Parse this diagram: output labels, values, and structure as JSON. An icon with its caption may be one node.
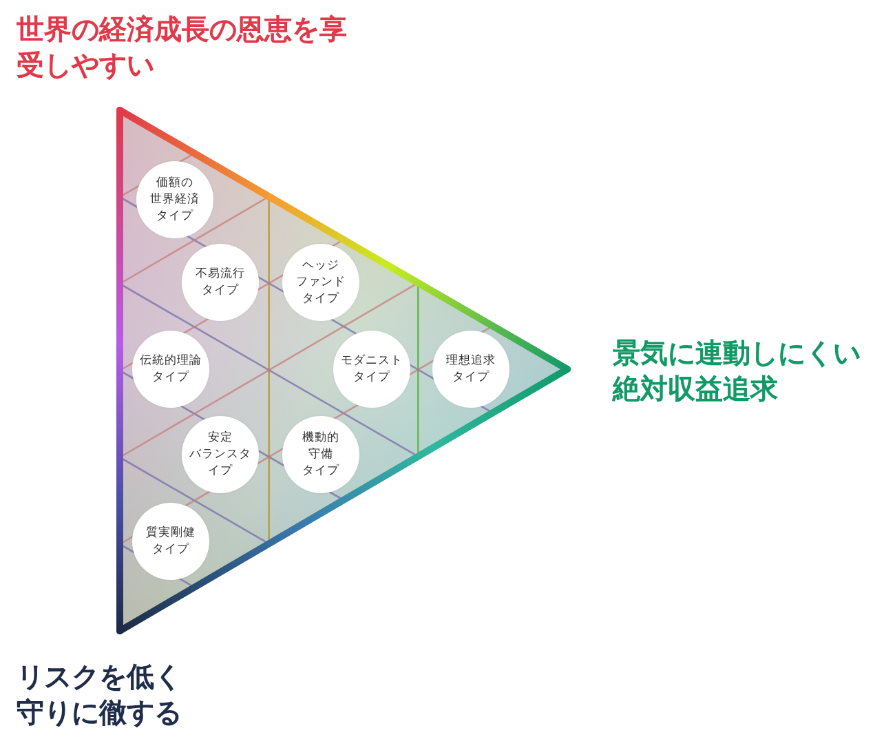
{
  "diagram": {
    "nodes": [
      {
        "text": [
          "価額の世界経済タイプ"
        ]
      },
      {
        "text": [
          "不易流行タイプ"
        ]
      },
      {
        "text": [
          "ヘッジファンドタイプ"
        ]
      },
      {
        "text": [
          "伝統的理論タイプ"
        ]
      },
      {
        "text": [
          "モダニストタイプ"
        ]
      },
      {
        "text": [
          "理想追求タイプ"
        ]
      },
      {
        "text": [
          "安定バランスタイプ"
        ]
      },
      {
        "text": [
          "機動的守備タイプ"
        ]
      },
      {
        "text": [
          "質実剛健タイプ"
        ]
      }
    ],
    "labels": [
      "世界の経済成長の恩恵を享受しやすい",
      "景気に連動しにくい絶対収益追求",
      "リスクを低く守りに徹する"
    ]
  }
}
